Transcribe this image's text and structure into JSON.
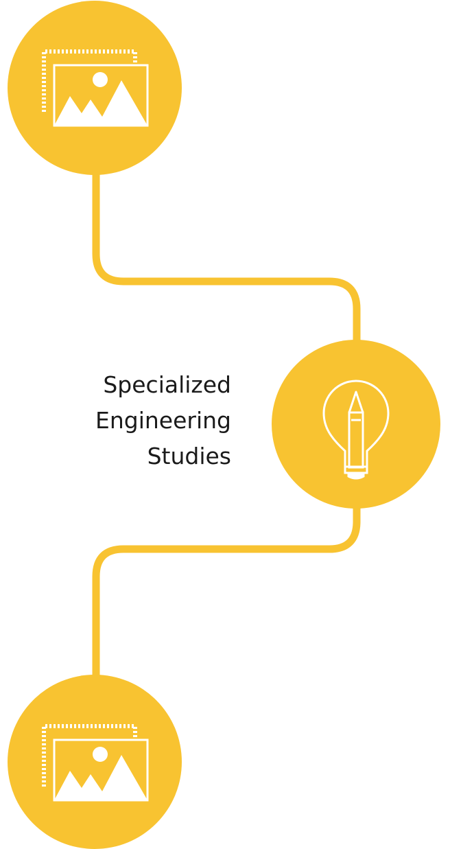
{
  "diagram": {
    "accent_color": "#F8C331",
    "icon_color": "#FFFFFF",
    "steps": [
      {
        "icon": "image-placeholder-icon"
      },
      {
        "icon": "lightbulb-pencil-icon",
        "label_lines": [
          "Specialized",
          "Engineering",
          "Studies"
        ]
      },
      {
        "icon": "image-placeholder-icon"
      }
    ]
  }
}
